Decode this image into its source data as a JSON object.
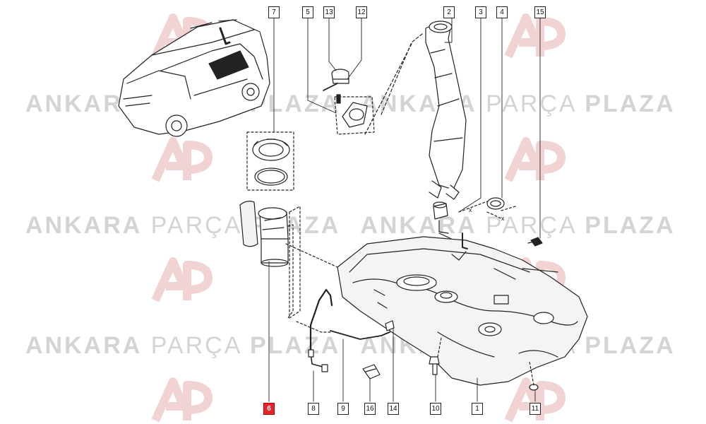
{
  "watermark": {
    "brand_a": "ANKARA",
    "brand_b": "PARÇA",
    "brand_c": "PLAZA"
  },
  "callouts": [
    {
      "id": "7",
      "highlight": false
    },
    {
      "id": "5",
      "highlight": false
    },
    {
      "id": "13",
      "highlight": false
    },
    {
      "id": "12",
      "highlight": false
    },
    {
      "id": "2",
      "highlight": false
    },
    {
      "id": "3",
      "highlight": false
    },
    {
      "id": "4",
      "highlight": false
    },
    {
      "id": "15",
      "highlight": false
    },
    {
      "id": "6",
      "highlight": true
    },
    {
      "id": "8",
      "highlight": false
    },
    {
      "id": "9",
      "highlight": false
    },
    {
      "id": "16",
      "highlight": false
    },
    {
      "id": "14",
      "highlight": false
    },
    {
      "id": "10",
      "highlight": false
    },
    {
      "id": "1",
      "highlight": false
    },
    {
      "id": "11",
      "highlight": false
    }
  ],
  "dimension_marks": {
    "x_left": "x",
    "x_right": "x"
  },
  "colors": {
    "highlight": "#e8242b",
    "line": "#222222",
    "watermark": "#d4d4d4",
    "logo": "#f3dada"
  }
}
